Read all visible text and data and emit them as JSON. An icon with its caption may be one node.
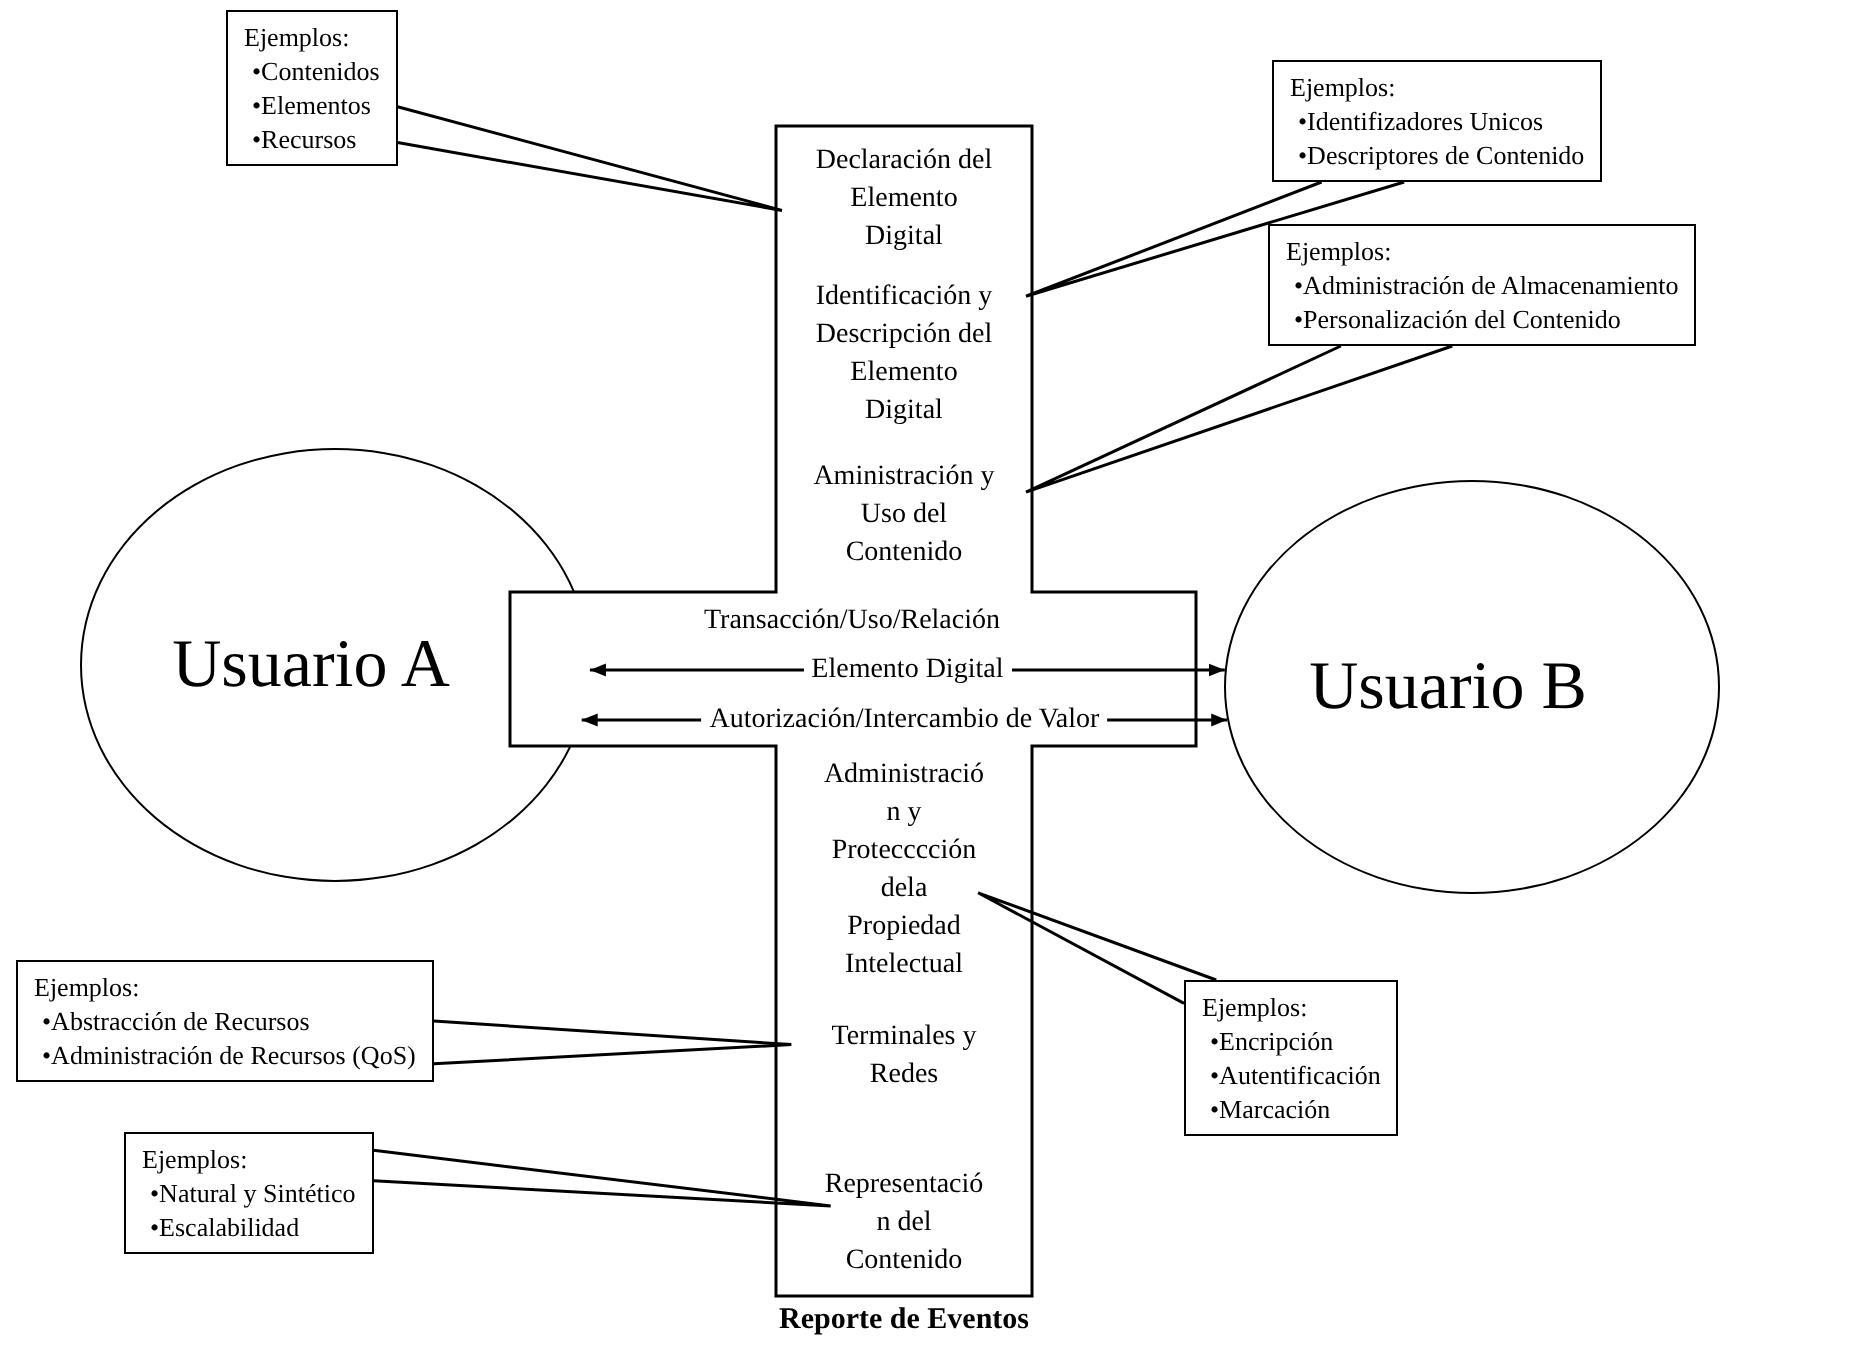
{
  "diagram": {
    "nodes": [
      {
        "text": [],
        "shape": "cross"
      },
      {
        "text": [
          "Usuario A"
        ]
      },
      {
        "text": [
          "Usuario B"
        ]
      },
      {
        "text": [
          "Declaración del Elemento Digital"
        ],
        "in": 0
      },
      {
        "text": [
          "Identificación y Descripción del Elemento Digital"
        ],
        "in": 0
      },
      {
        "text": [
          "Aministración y Uso del Contenido"
        ],
        "in": 0
      },
      {
        "text": [
          "Transacción/Uso/Relación"
        ],
        "in": 0
      },
      {
        "text": [
          "Administració n y Protecccción dela Propiedad Intelectual"
        ],
        "in": 0
      },
      {
        "text": [
          "Terminales y Redes"
        ],
        "in": 0
      },
      {
        "text": [
          "Representació n del Contenido"
        ],
        "in": 0
      },
      {
        "text": [
          "Ejemplos:",
          "•Contenidos",
          "•Elementos",
          "•Recursos"
        ]
      },
      {
        "text": [
          "Ejemplos:",
          "•Identifizadores Unicos",
          "•Descriptores de Contenido"
        ]
      },
      {
        "text": [
          "Ejemplos:",
          "•Administración de Almacenamiento",
          "•Personalización del Contenido"
        ]
      },
      {
        "text": [
          "Ejemplos:",
          "•Abstracción de Recursos",
          "•Administración de Recursos (QoS)"
        ]
      },
      {
        "text": [
          "Ejemplos:",
          "•Encripción",
          "•Autentificación",
          "•Marcación"
        ]
      },
      {
        "text": [
          "Ejemplos:",
          "•Natural y Sintético",
          "•Escalabilidad"
        ]
      }
    ],
    "edges": [
      {
        "from": 10,
        "to": 3,
        "arrow": "none"
      },
      {
        "from": 11,
        "to": 4,
        "arrow": "none"
      },
      {
        "from": 12,
        "to": 5,
        "arrow": "none"
      },
      {
        "from": 13,
        "to": 8,
        "arrow": "none"
      },
      {
        "from": 14,
        "to": 7,
        "arrow": "none"
      },
      {
        "from": 15,
        "to": 9,
        "arrow": "none"
      },
      {
        "from": 1,
        "to": 2,
        "arrow": "both",
        "label": "Elemento Digital"
      },
      {
        "from": 1,
        "to": 2,
        "arrow": "both",
        "label": "Autorización/Intercambio de Valor"
      }
    ],
    "labels": [
      "Reporte de Eventos"
    ]
  }
}
